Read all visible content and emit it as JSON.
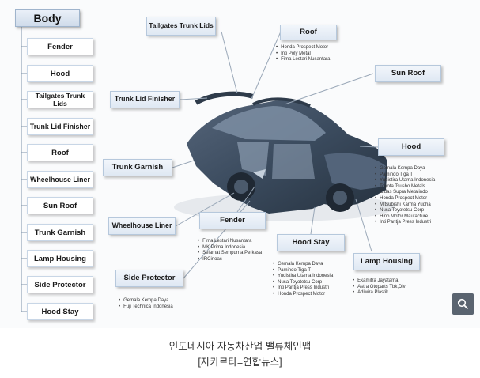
{
  "diagram": {
    "root": "Body",
    "tree_items": [
      "Fender",
      "Hood",
      "Tailgates Trunk Lids",
      "Trunk Lid Finisher",
      "Roof",
      "Wheelhouse Liner",
      "Sun Roof",
      "Trunk Garnish",
      "Lamp Housing",
      "Side Protector",
      "Hood Stay"
    ],
    "callouts": {
      "tailgates": {
        "label": "Tailgates Trunk Lids"
      },
      "roof": {
        "label": "Roof",
        "suppliers": [
          "Honda Prospect Motor",
          "Inti Poly Metal",
          "Fima Lestari Nusantara"
        ]
      },
      "sun_roof": {
        "label": "Sun Roof"
      },
      "trunk_lid_finisher": {
        "label": "Trunk Lid Finisher"
      },
      "hood": {
        "label": "Hood",
        "suppliers": [
          "Gemala Kempa Daya",
          "Pamindo Tiga T",
          "Yudistira Utama Indonesia",
          "Toyota Tsusho Metals",
          "Cidas Supra Metalindo",
          "Honda Prospect Motor",
          "Mitsubishi Karma Yudha",
          "Nusa Toyotetsu Corp",
          "Hino Motor Maufacture",
          "Inti Pantja Press Industri"
        ]
      },
      "trunk_garnish": {
        "label": "Trunk Garnish"
      },
      "fender": {
        "label": "Fender",
        "suppliers": [
          "Fima Lestari Nusantara",
          "MK Prima Indonesia",
          "Selamat Sempurna Perkasa",
          "IRCinoac"
        ]
      },
      "wheelhouse_liner": {
        "label": "Wheelhouse Liner"
      },
      "hood_stay": {
        "label": "Hood Stay",
        "suppliers": [
          "Gemala Kempa Daya",
          "Pamindo Tiga T",
          "Yudistira Utama Indonesia",
          "Nusa Toyotetsu Corp",
          "Inti Pantja Press Industri",
          "Honda Prospect Motor"
        ]
      },
      "lamp_housing": {
        "label": "Lamp Housing",
        "suppliers": [
          "Ekamitra Jayatama",
          "Astra Otoparts Tbk,Div",
          "Adiwira Plastik"
        ]
      },
      "side_protector": {
        "label": "Side Protector",
        "suppliers": [
          "Gemala Kempa Daya",
          "Fuji Technica Indonesia"
        ]
      }
    }
  },
  "caption": {
    "line1": "인도네시아 자동차산업 밸류체인맵",
    "line2": "[자카르타=연합뉴스]"
  },
  "icons": {
    "zoom": "magnify-icon"
  },
  "colors": {
    "box_border": "#b6c8dc",
    "car_body": "#3b4a5c",
    "connector": "#9aa8b8"
  }
}
